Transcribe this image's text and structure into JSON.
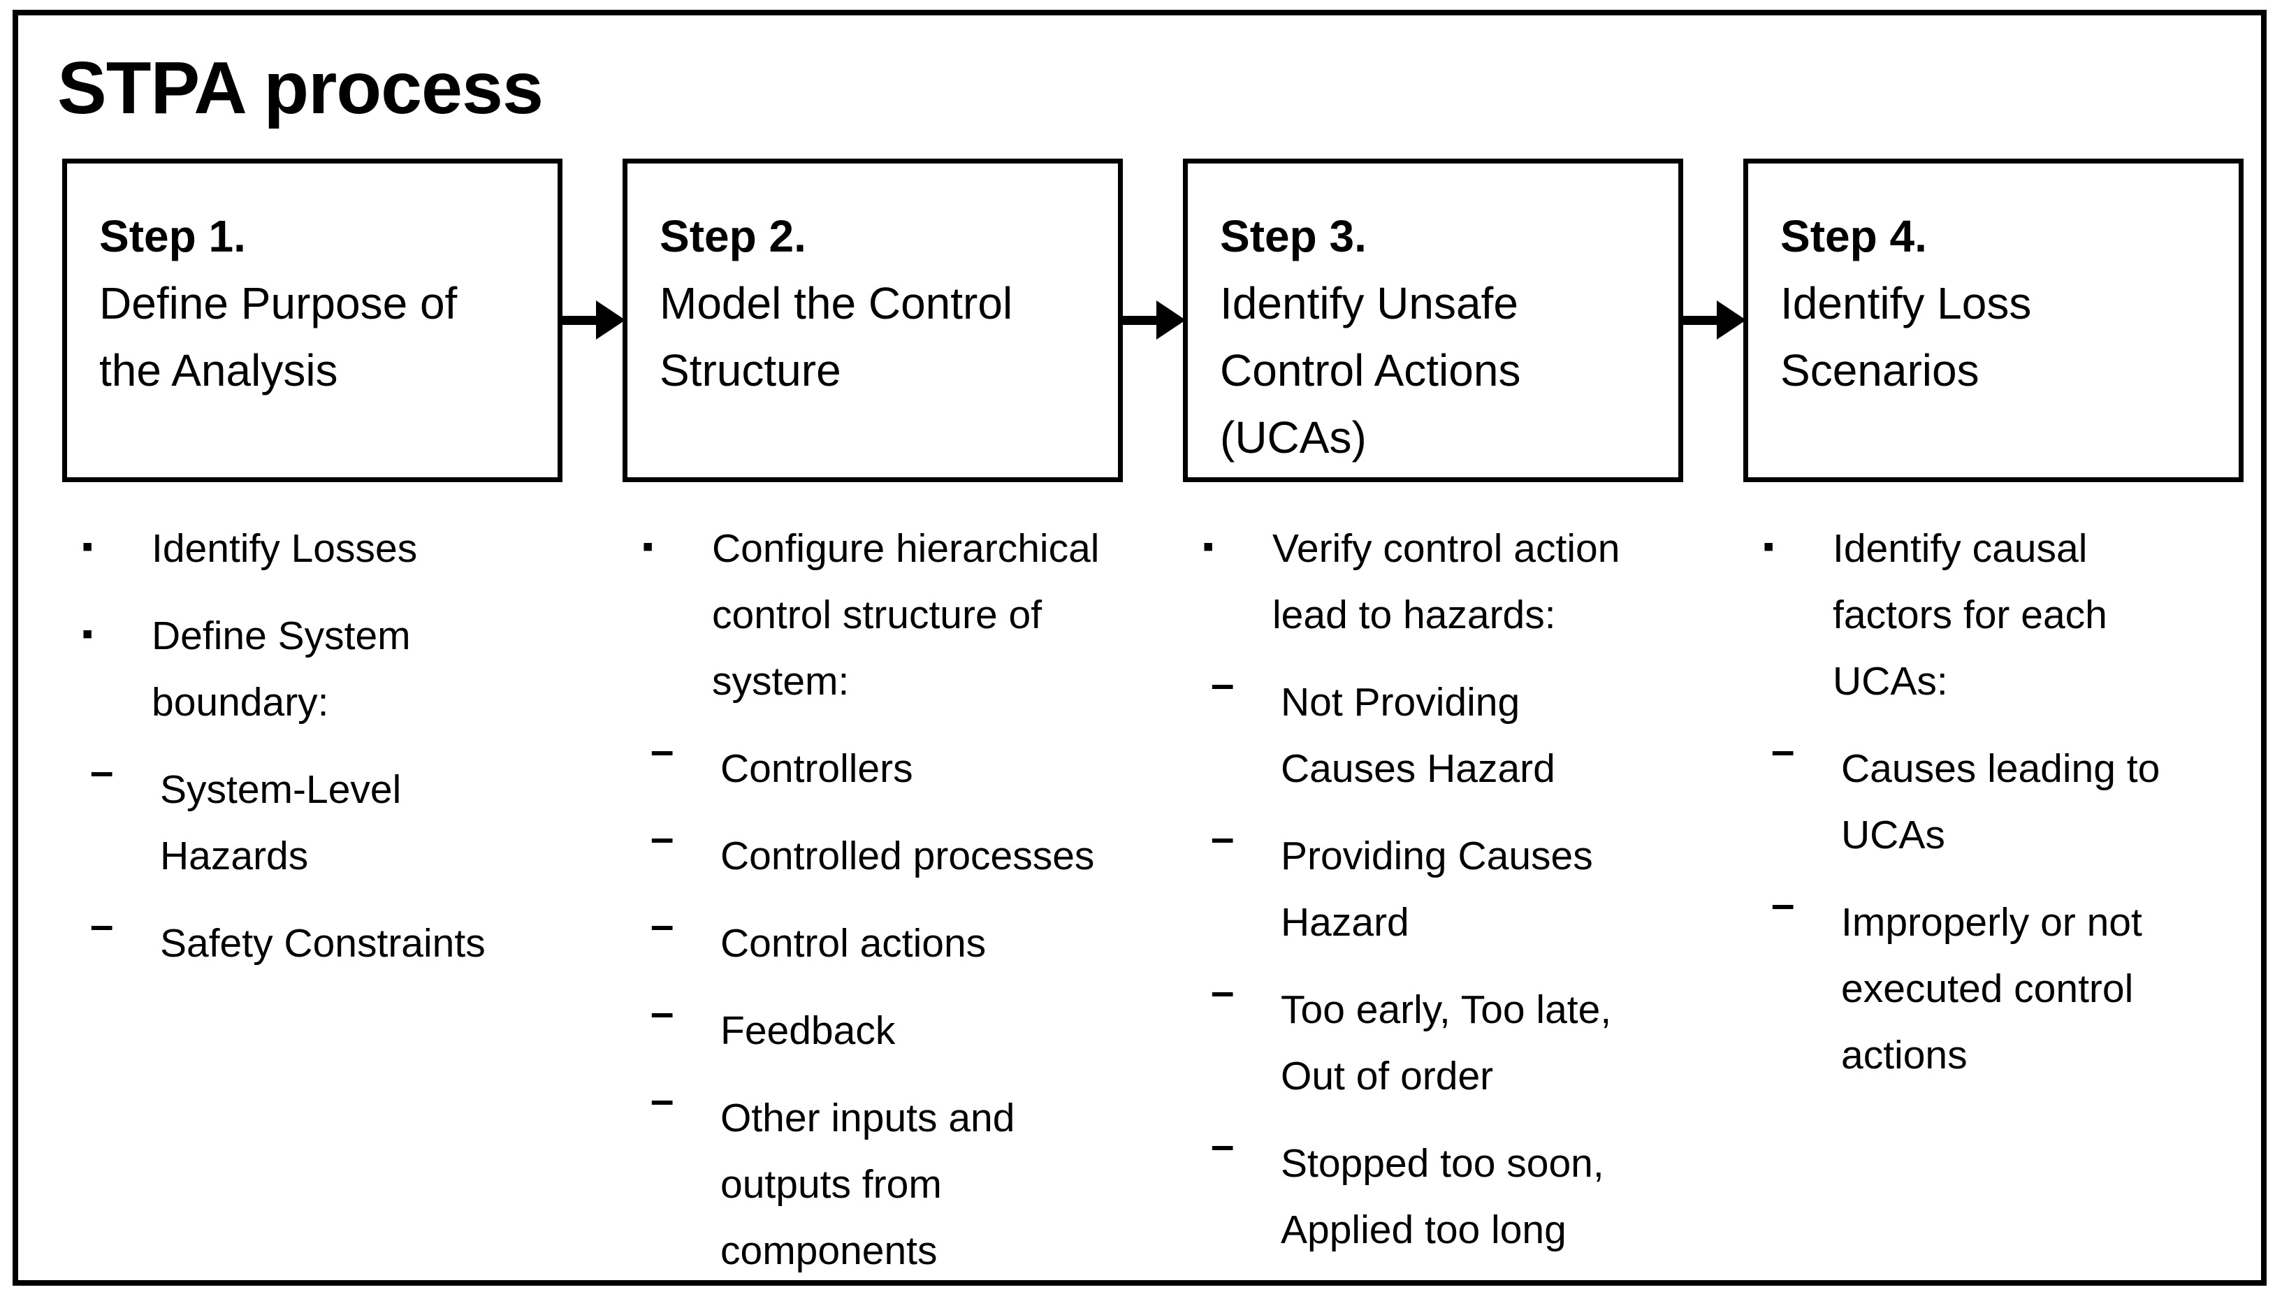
{
  "title": "STPA process",
  "colors": {
    "ink": "#000000",
    "paper": "#ffffff"
  },
  "icons": {
    "square_bullet": "▪",
    "dash_bullet": "–",
    "arrow_right": "→"
  },
  "steps": [
    {
      "label": "Step 1.",
      "name": "Define Purpose of\nthe Analysis",
      "bullets": [
        {
          "level": 1,
          "text": "Identify Losses"
        },
        {
          "level": 1,
          "text": "Define System\nboundary:"
        },
        {
          "level": 2,
          "text": "System-Level\nHazards"
        },
        {
          "level": 2,
          "text": "Safety Constraints"
        }
      ]
    },
    {
      "label": "Step 2.",
      "name": "Model the Control\nStructure",
      "bullets": [
        {
          "level": 1,
          "text": "Configure hierarchical\ncontrol structure  of\nsystem:"
        },
        {
          "level": 2,
          "text": "Controllers"
        },
        {
          "level": 2,
          "text": "Controlled processes"
        },
        {
          "level": 2,
          "text": "Control actions"
        },
        {
          "level": 2,
          "text": "Feedback"
        },
        {
          "level": 2,
          "text": "Other inputs and\noutputs from\ncomponents"
        }
      ]
    },
    {
      "label": "Step 3.",
      "name": "Identify Unsafe\nControl Actions\n(UCAs)",
      "bullets": [
        {
          "level": 1,
          "text": "Verify control action\nlead to hazards:"
        },
        {
          "level": 2,
          "text": "Not Providing\nCauses Hazard"
        },
        {
          "level": 2,
          "text": "Providing Causes\nHazard"
        },
        {
          "level": 2,
          "text": "Too early, Too late,\nOut of order"
        },
        {
          "level": 2,
          "text": "Stopped too soon,\nApplied too long"
        }
      ]
    },
    {
      "label": "Step 4.",
      "name": "Identify Loss\nScenarios",
      "bullets": [
        {
          "level": 1,
          "text": "Identify causal\nfactors for each\nUCAs:"
        },
        {
          "level": 2,
          "text": "Causes leading to\nUCAs"
        },
        {
          "level": 2,
          "text": "Improperly or not\nexecuted control\nactions"
        }
      ]
    }
  ]
}
